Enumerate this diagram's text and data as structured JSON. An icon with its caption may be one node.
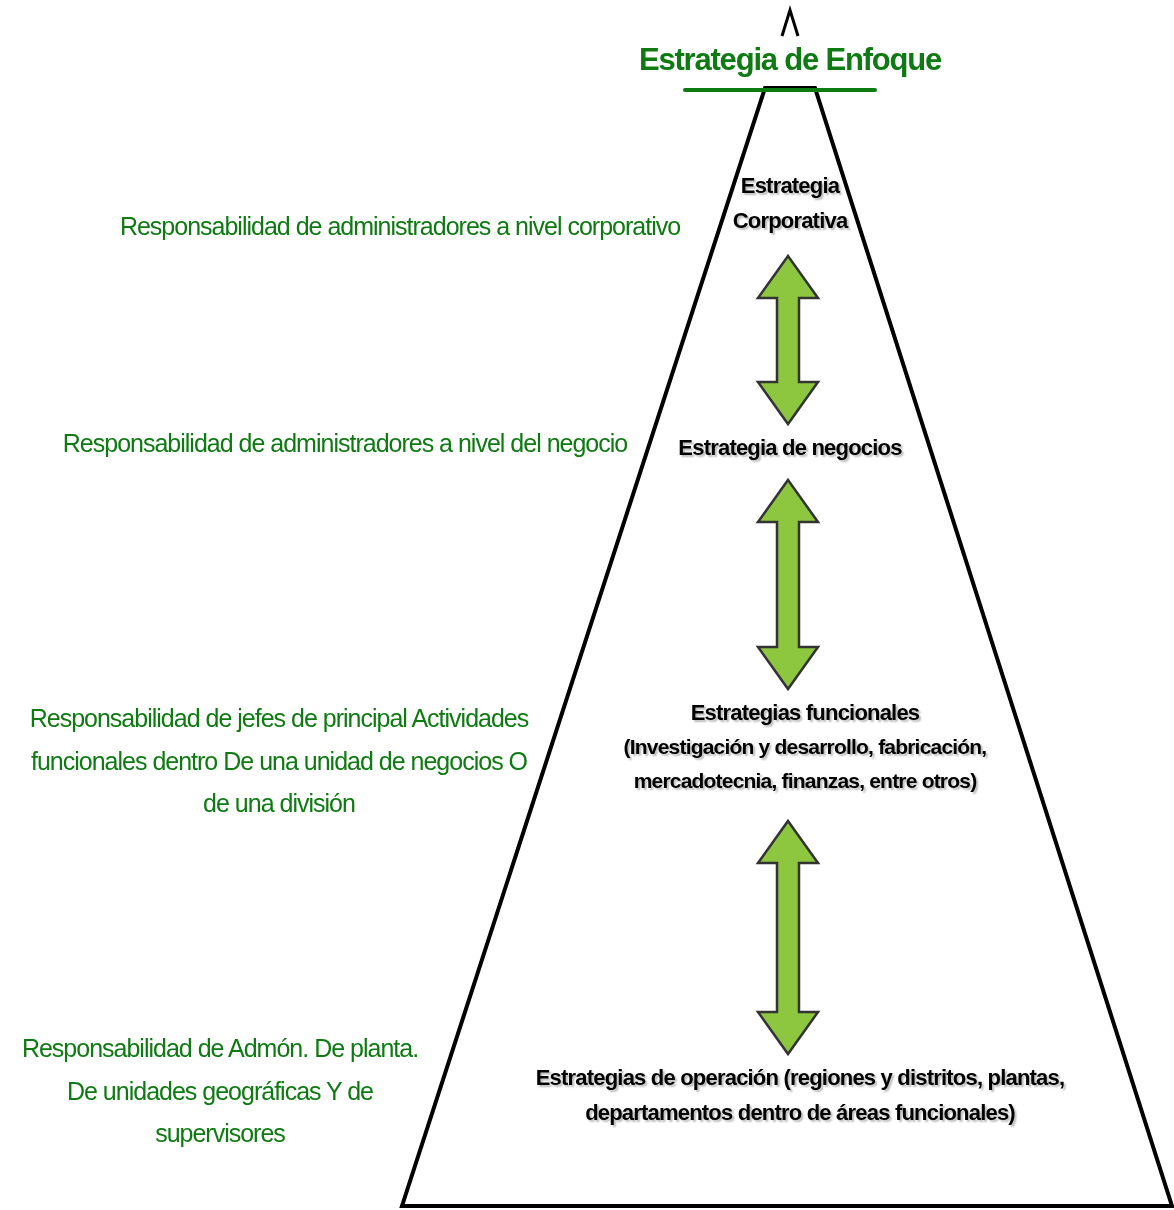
{
  "diagram": {
    "nodes": [
      {
        "text": [
          "Estrategia de Enfoque"
        ]
      },
      {
        "text": [
          "Estrategia Corporativa"
        ],
        "in": 0
      },
      {
        "text": [
          "Estrategia de negocios"
        ],
        "in": 0
      },
      {
        "text": [
          "Estrategias funcionales",
          "(Investigación y desarrollo, fabricación, mercadotecnia, finanzas, entre otros)"
        ],
        "in": 0
      },
      {
        "text": [
          "Estrategias de operación (regiones y distritos, plantas, departamentos dentro de áreas funcionales)"
        ],
        "in": 0
      }
    ],
    "edges": [
      {
        "from": 1,
        "to": 2,
        "arrow": "both"
      },
      {
        "from": 2,
        "to": 3,
        "arrow": "both"
      },
      {
        "from": 3,
        "to": 4,
        "arrow": "both"
      }
    ],
    "labels": [
      "Responsabilidad de administradores a nivel corporativo",
      "Responsabilidad de administradores a nivel del negocio",
      "Responsabilidad de jefes de principal Actividades funcionales dentro De una unidad de negocios O de una división",
      "Responsabilidad de Admón. De planta. De unidades geográficas Y de supervisores"
    ]
  }
}
